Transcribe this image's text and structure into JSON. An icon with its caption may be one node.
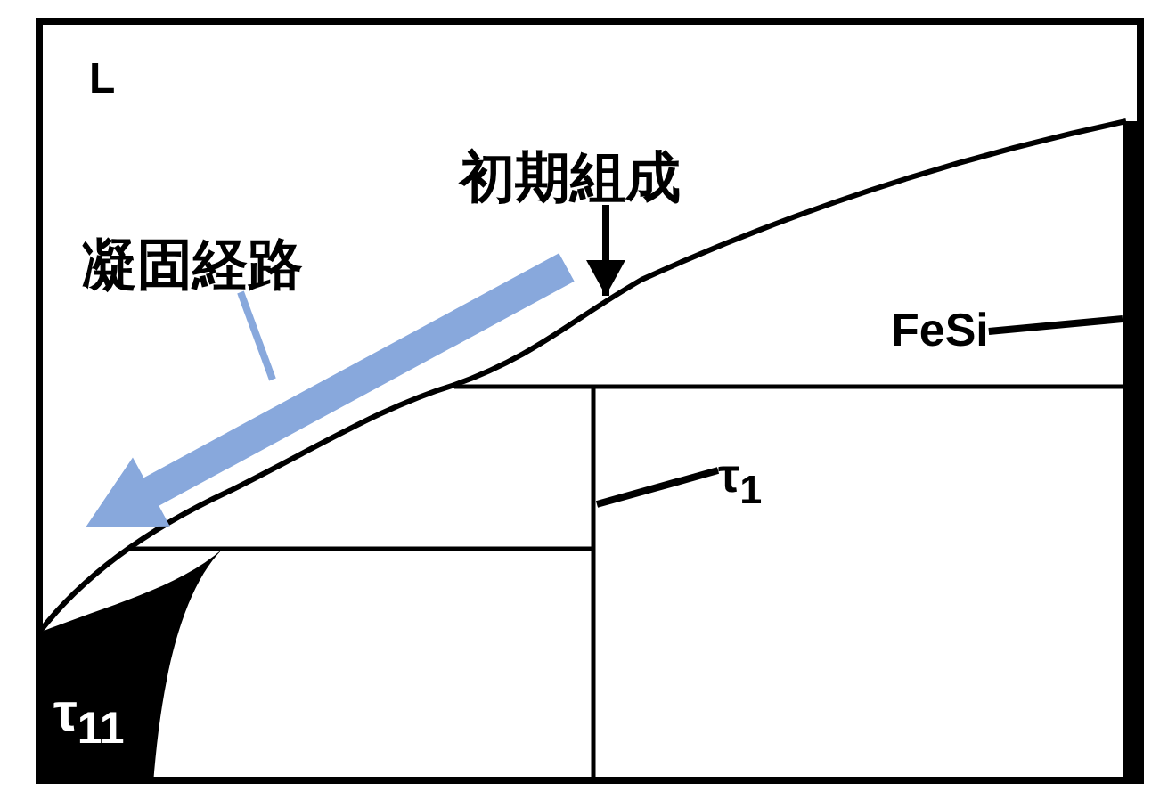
{
  "diagram": {
    "nodes": [
      {
        "text": [
          "初期組成"
        ]
      },
      {
        "text": [
          "凝固経路"
        ]
      },
      {
        "text": [
          "FeSi"
        ]
      },
      {
        "text": [],
        "shape": "bar"
      },
      {
        "text": [
          "τ$_{1}$"
        ]
      },
      {
        "text": [
          "τ$_{11}$"
        ]
      }
    ],
    "edges": [
      {
        "from": 0,
        "to": null,
        "arrow": "to"
      },
      {
        "from": 1,
        "to": null,
        "arrow": "none",
        "color": "#88a8dc"
      },
      {
        "from": 2,
        "to": 3,
        "arrow": "none"
      },
      {
        "from": 4,
        "to": null,
        "arrow": "none"
      }
    ],
    "labels": [
      "L"
    ]
  }
}
